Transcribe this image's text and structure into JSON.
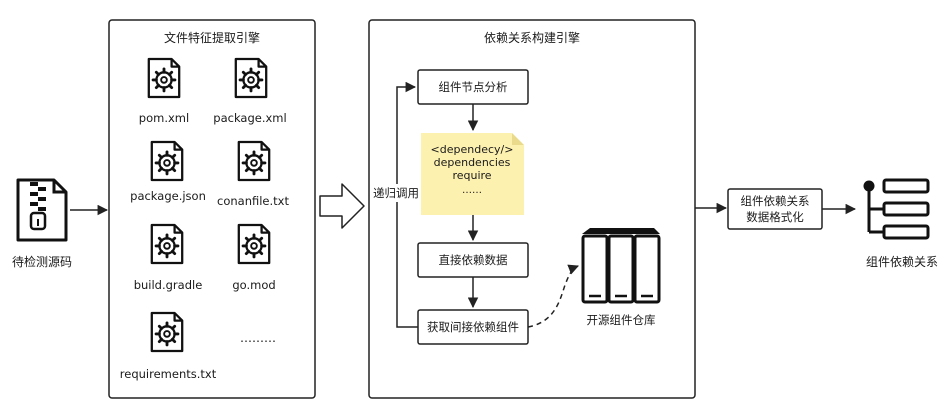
{
  "source": {
    "label": "待检测源码"
  },
  "feature_engine": {
    "title": "文件特征提取引擎",
    "files": [
      "pom.xml",
      "package.xml",
      "package.json",
      "conanfile.txt",
      "build.gradle",
      "go.mod",
      "requirements.txt"
    ],
    "more": "………"
  },
  "dependency_engine": {
    "title": "依赖关系构建引擎",
    "step_node": "组件节点分析",
    "note_lines": [
      "<dependecy/>",
      "dependencies",
      "require",
      "……"
    ],
    "step_direct": "直接依赖数据",
    "step_indirect": "获取间接依赖组件",
    "recursion_label": "递归调用",
    "repo_label": "开源组件仓库"
  },
  "format_box": {
    "line1": "组件依赖关系",
    "line2": "数据格式化"
  },
  "output": {
    "label": "组件依赖关系"
  }
}
